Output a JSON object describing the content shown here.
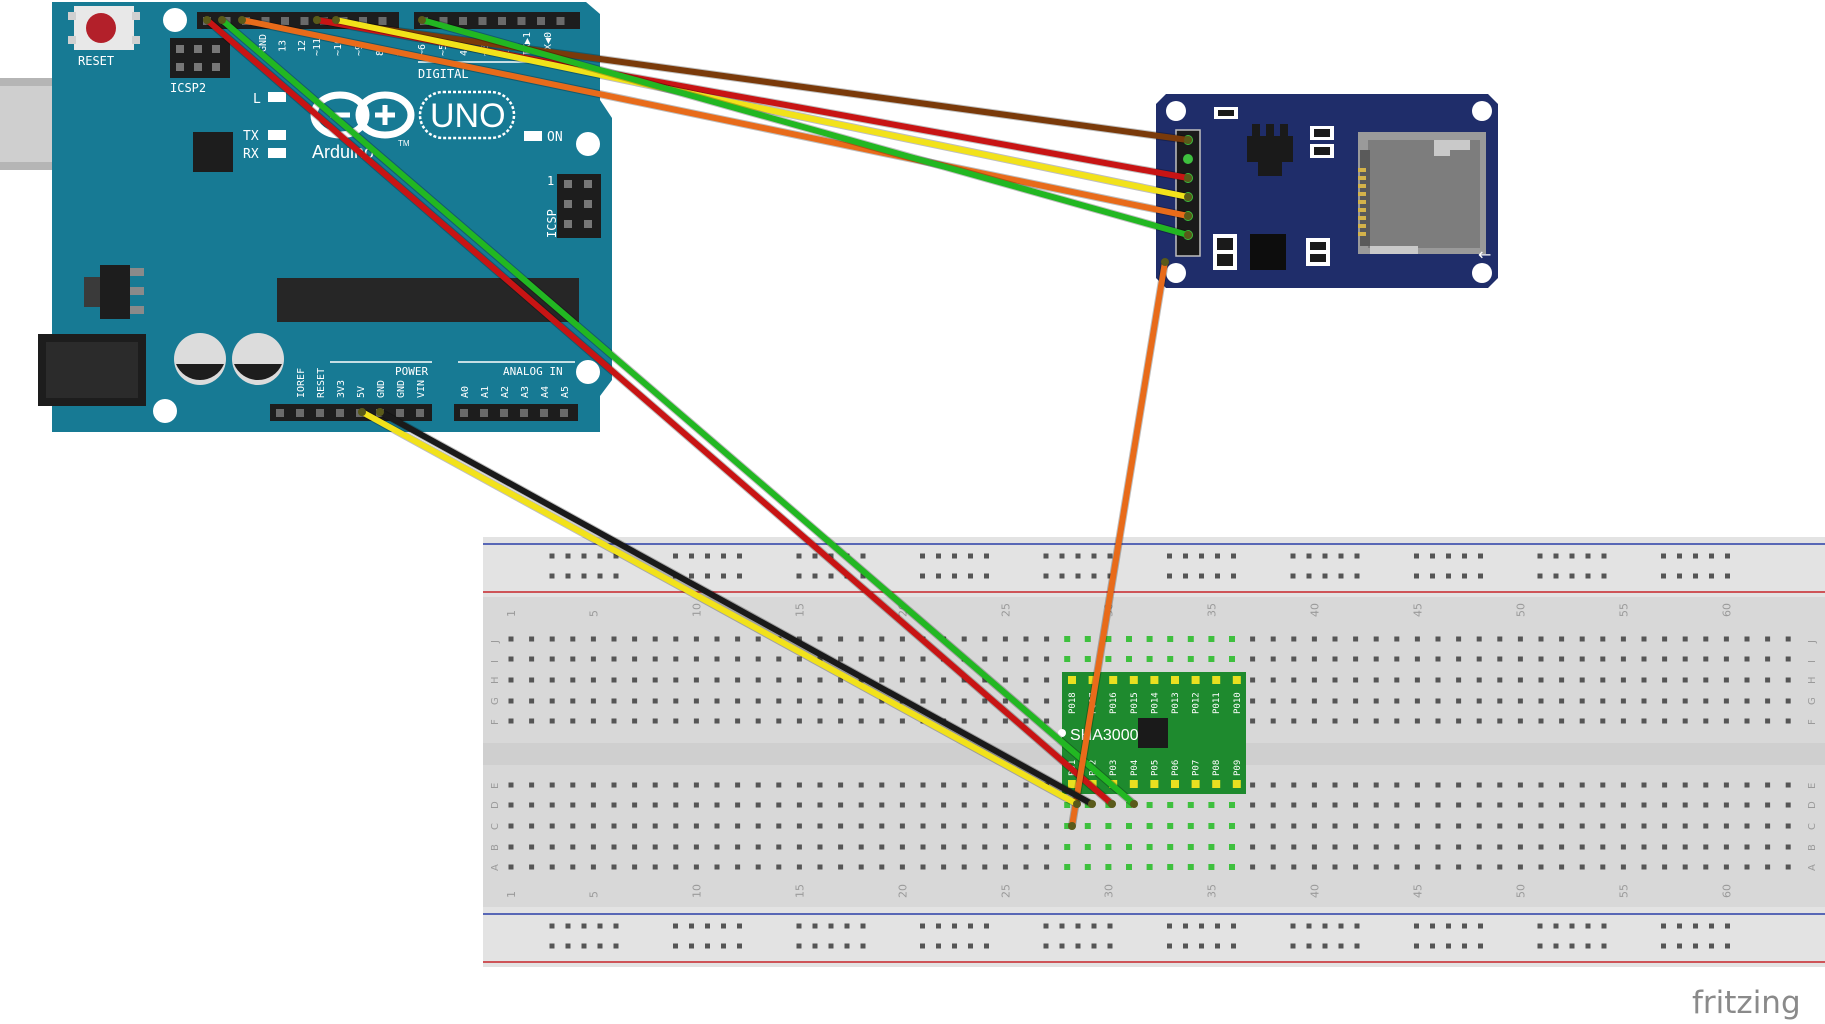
{
  "arduino": {
    "reset": "RESET",
    "icsp2": "ICSP2",
    "icsp": "ICSP",
    "led_l": "L",
    "tx": "TX",
    "rx": "RX",
    "on": "ON",
    "uno": "UNO",
    "brand": "Arduino",
    "tm": "TM",
    "digital": "DIGITAL",
    "power": "POWER",
    "analog_in": "ANALOG IN",
    "icsp_pin1": "1",
    "top_pins": [
      "GND",
      "13",
      "12",
      "~11",
      "~10",
      "~9",
      "8",
      "7",
      "~6",
      "~5",
      "4",
      "~3",
      "2",
      "TX▶1",
      "RX◀0"
    ],
    "power_pins": [
      "IOREF",
      "RESET",
      "3V3",
      "5V",
      "GND",
      "GND",
      "VIN"
    ],
    "analog_pins": [
      "A0",
      "A1",
      "A2",
      "A3",
      "A4",
      "A5"
    ]
  },
  "sd_module": {
    "arrow": "←"
  },
  "sensor": {
    "name": "SHA3000",
    "pins_top": [
      "P018",
      "P017",
      "P016",
      "P015",
      "P014",
      "P013",
      "P012",
      "P011",
      "P010"
    ],
    "pins_bottom": [
      "P01",
      "P02",
      "P03",
      "P04",
      "P05",
      "P06",
      "P07",
      "P08",
      "P09"
    ]
  },
  "breadboard": {
    "column_numbers": [
      "1",
      "5",
      "10",
      "15",
      "20",
      "25",
      "30",
      "35",
      "40",
      "45",
      "50",
      "55",
      "60"
    ],
    "rows_top": [
      "J",
      "I",
      "H",
      "G",
      "F"
    ],
    "rows_bottom": [
      "E",
      "D",
      "C",
      "B",
      "A"
    ]
  },
  "watermark": "fritzing",
  "colors": {
    "arduino_board": "#177a94",
    "sd_board": "#1f2d6a",
    "sensor_board": "#1e8a2e",
    "breadboard": "#d9d9d9",
    "rail_blue": "#2a3ea8",
    "rail_red": "#c8242a",
    "wire_brown": "#7a3a0a",
    "wire_red": "#c81414",
    "wire_yellow": "#f2e21a",
    "wire_orange": "#e86b1a",
    "wire_green": "#22b722",
    "wire_black": "#1a1a1a"
  },
  "wires": [
    {
      "name": "wire-brown",
      "color": "wire_brown"
    },
    {
      "name": "wire-red-sd",
      "color": "wire_red"
    },
    {
      "name": "wire-yellow-sd",
      "color": "wire_yellow"
    },
    {
      "name": "wire-orange-sd",
      "color": "wire_orange"
    },
    {
      "name": "wire-green-sd",
      "color": "wire_green"
    },
    {
      "name": "wire-red-sensor",
      "color": "wire_red"
    },
    {
      "name": "wire-green-sensor",
      "color": "wire_green"
    },
    {
      "name": "wire-orange-sensor",
      "color": "wire_orange"
    },
    {
      "name": "wire-yellow-5v",
      "color": "wire_yellow"
    },
    {
      "name": "wire-black-gnd",
      "color": "wire_black"
    }
  ]
}
